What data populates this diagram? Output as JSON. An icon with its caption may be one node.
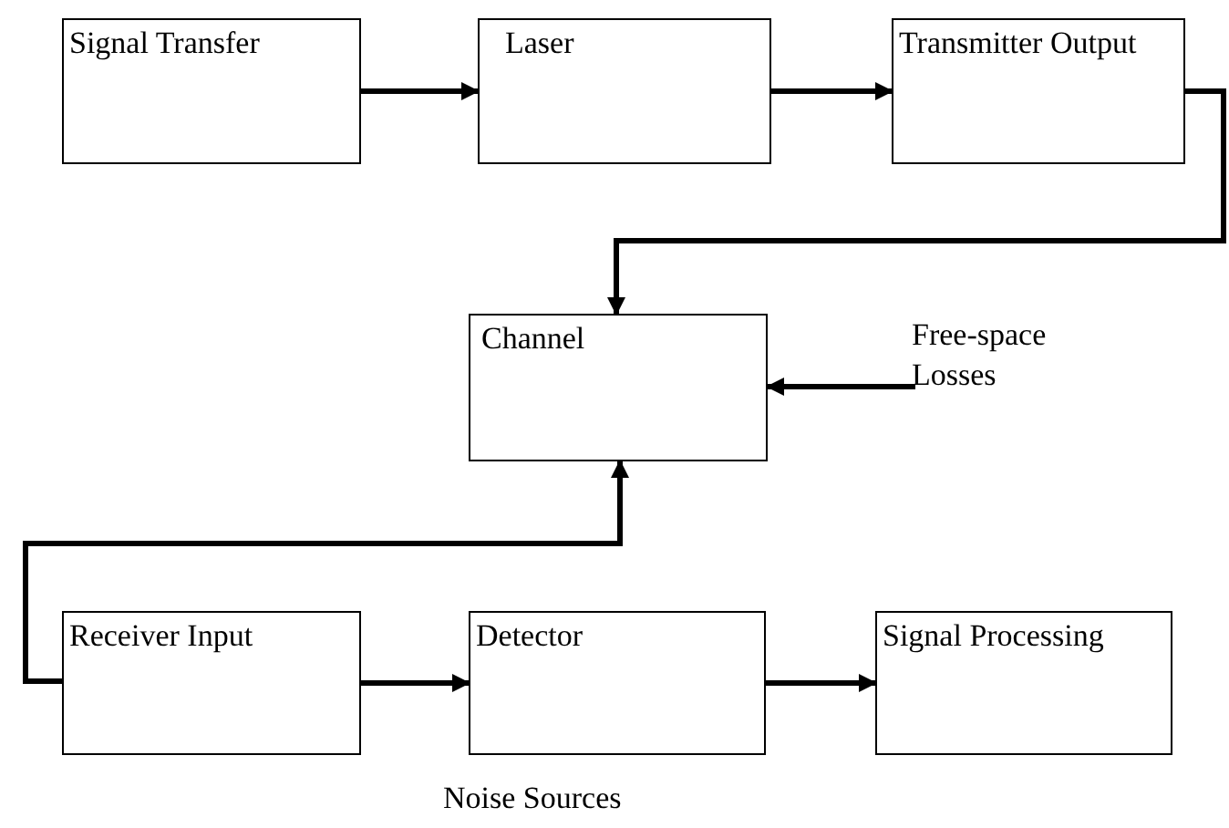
{
  "diagram": {
    "nodes": [
      {
        "text": [
          "Signal Transfer"
        ]
      },
      {
        "text": [
          "Laser"
        ]
      },
      {
        "text": [
          "Transmitter Output"
        ]
      },
      {
        "text": [
          "Channel"
        ]
      },
      {
        "text": [
          "Free-space Losses"
        ]
      },
      {
        "text": [
          "Receiver Input"
        ]
      },
      {
        "text": [
          "Detector"
        ]
      },
      {
        "text": [
          "Signal Processing"
        ]
      }
    ],
    "edges": [
      {
        "from": 0,
        "to": 1,
        "arrow": "to"
      },
      {
        "from": 1,
        "to": 2,
        "arrow": "to"
      },
      {
        "from": 2,
        "to": 3,
        "arrow": "to"
      },
      {
        "from": 4,
        "to": 3,
        "arrow": "to"
      },
      {
        "from": 5,
        "to": 3,
        "arrow": "to"
      },
      {
        "from": 5,
        "to": 6,
        "arrow": "to"
      },
      {
        "from": 6,
        "to": 7,
        "arrow": "to"
      }
    ],
    "labels": [
      "Noise Sources"
    ]
  }
}
